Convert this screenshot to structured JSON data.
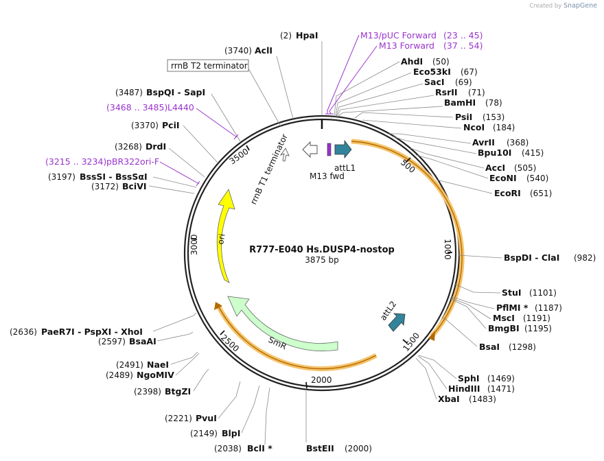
{
  "credit": {
    "prefix": "Created by",
    "brand": "SnapGene"
  },
  "plasmid": {
    "name": "R777-E040 Hs.DUSP4-nostop",
    "size_label": "3875 bp",
    "length": 3875
  },
  "ticks": [
    "500",
    "1000",
    "1500",
    "2000",
    "2500",
    "3000",
    "3500"
  ],
  "sites": [
    {
      "name": "HpaI",
      "pos": "(2)"
    },
    {
      "name": "AclI",
      "pos": "(3740)"
    },
    {
      "name": "AhdI",
      "pos": "(50)"
    },
    {
      "name": "Eco53kI",
      "pos": "(67)"
    },
    {
      "name": "SacI",
      "pos": "(69)"
    },
    {
      "name": "RsrII",
      "pos": "(71)"
    },
    {
      "name": "BamHI",
      "pos": "(78)"
    },
    {
      "name": "PsiI",
      "pos": "(153)"
    },
    {
      "name": "NcoI",
      "pos": "(184)"
    },
    {
      "name": "AvrII",
      "pos": "(368)"
    },
    {
      "name": "Bpu10I",
      "pos": "(415)"
    },
    {
      "name": "AccI",
      "pos": "(505)"
    },
    {
      "name": "EcoNI",
      "pos": "(540)"
    },
    {
      "name": "EcoRI",
      "pos": "(651)"
    },
    {
      "name": "BspDI - ClaI",
      "pos": "(982)"
    },
    {
      "name": "StuI",
      "pos": "(1101)"
    },
    {
      "name": "PflMI *",
      "pos": "(1187)"
    },
    {
      "name": "MscI",
      "pos": "(1191)"
    },
    {
      "name": "BmgBI",
      "pos": "(1195)"
    },
    {
      "name": "BsaI",
      "pos": "(1298)"
    },
    {
      "name": "SphI",
      "pos": "(1469)"
    },
    {
      "name": "HindIII",
      "pos": "(1471)"
    },
    {
      "name": "XbaI",
      "pos": "(1483)"
    },
    {
      "name": "BstEII",
      "pos": "(2000)"
    },
    {
      "name": "BclI *",
      "pos": "(2038)"
    },
    {
      "name": "BlpI",
      "pos": "(2149)"
    },
    {
      "name": "PvuI",
      "pos": "(2221)"
    },
    {
      "name": "BtgZI",
      "pos": "(2398)"
    },
    {
      "name": "NgoMIV",
      "pos": "(2489)"
    },
    {
      "name": "NaeI",
      "pos": "(2491)"
    },
    {
      "name": "BsaAI",
      "pos": "(2597)"
    },
    {
      "name": "PaeR7I - PspXI - XhoI",
      "pos": "(2636)"
    },
    {
      "name": "BciVI",
      "pos": "(3172)"
    },
    {
      "name": "BssSI - BssSαI",
      "pos": "(3197)"
    },
    {
      "name": "DrdI",
      "pos": "(3268)"
    },
    {
      "name": "PciI",
      "pos": "(3370)"
    },
    {
      "name": "BspQI - SapI",
      "pos": "(3487)"
    }
  ],
  "primers": [
    {
      "name": "M13/pUC Forward",
      "range": "(23 .. 45)"
    },
    {
      "name": "M13 Forward",
      "range": "(37 .. 54)"
    },
    {
      "name": "L4440",
      "range": "(3468 .. 3485)"
    },
    {
      "name": "pBR322ori-F",
      "range": "(3215 .. 3234)"
    }
  ],
  "features": {
    "rrnB_T2": "rrnB T2 terminator",
    "rrnB_T1": "rrnB T1 terminator",
    "m13_fwd": "M13 fwd",
    "attL1": "attL1",
    "attL2": "attL2",
    "ori": "ori",
    "smr": "SmR"
  },
  "colors": {
    "ori": "#ffff00",
    "smr": "#ccffcc",
    "att": "#31849b",
    "primer": "#9933cc",
    "orf_highlight": "#f5c36b",
    "orf_line": "#b36b00"
  }
}
